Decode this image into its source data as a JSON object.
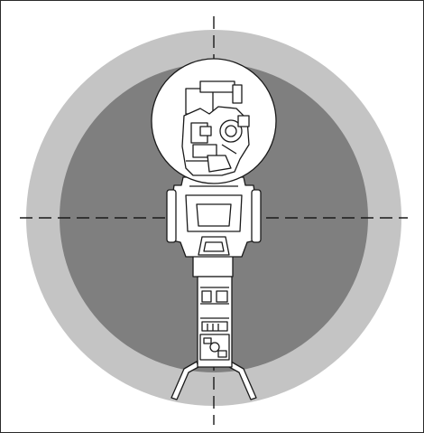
{
  "diagram": {
    "description_visible_text": "",
    "colors": {
      "outer_zone": "#c4c4c4",
      "inner_zone": "#7f7f7f",
      "robot_fill": "#ffffff",
      "robot_stroke": "#1a1a1a",
      "axis_line": "#1a1a1a",
      "frame": "#2a2a2a"
    },
    "zones": [
      "outer-reach-zone",
      "inner-reach-zone"
    ],
    "axes": [
      "vertical-axis",
      "horizontal-axis"
    ]
  }
}
